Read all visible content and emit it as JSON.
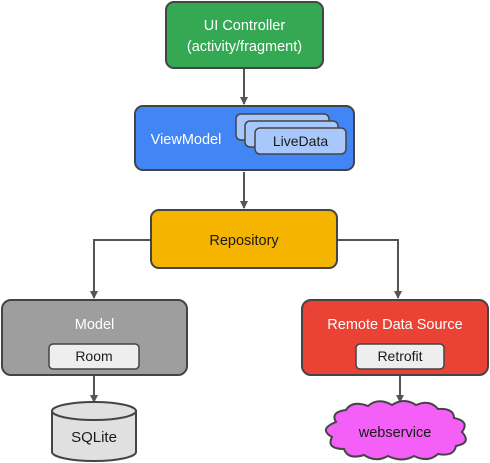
{
  "ui_controller": {
    "line1": "UI Controller",
    "line2": "(activity/fragment)",
    "color": "#34a853"
  },
  "viewmodel": {
    "label": "ViewModel",
    "color": "#4285f4",
    "livedata_label": "LiveData",
    "livedata_color": "#a8c7fa"
  },
  "repository": {
    "label": "Repository",
    "color": "#f4b400"
  },
  "model": {
    "label": "Model",
    "color": "#9e9e9e",
    "room_label": "Room"
  },
  "remote": {
    "label": "Remote Data Source",
    "color": "#ea4335",
    "retrofit_label": "Retrofit"
  },
  "sqlite": {
    "label": "SQLite",
    "color": "#e0e0e0"
  },
  "webservice": {
    "label": "webservice",
    "color": "#f35ff7"
  }
}
